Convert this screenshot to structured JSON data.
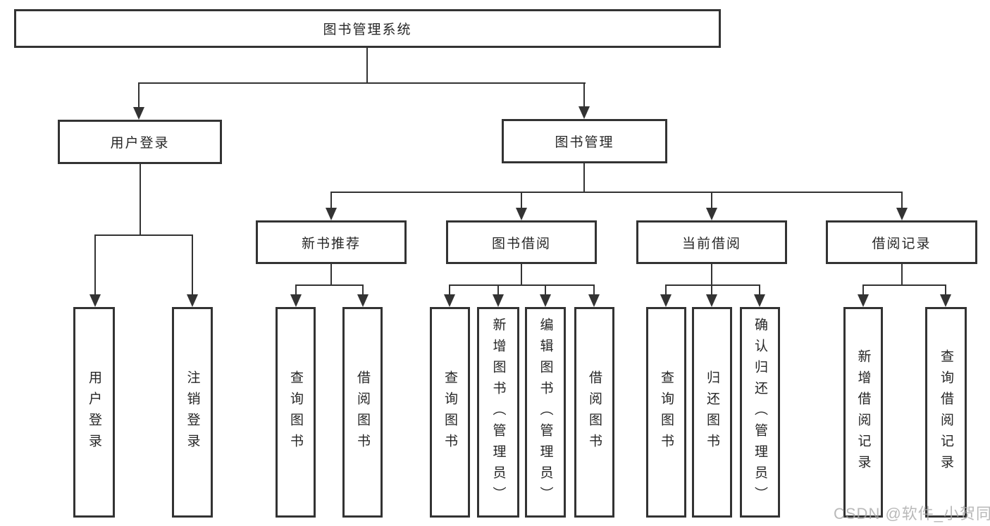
{
  "diagram": {
    "type": "hierarchy-tree",
    "root": {
      "label": "图书管理系统"
    },
    "branches": [
      {
        "label": "用户登录",
        "children": [
          {
            "label": "用户登录"
          },
          {
            "label": "注销登录"
          }
        ]
      },
      {
        "label": "图书管理",
        "children": [
          {
            "label": "新书推荐",
            "children": [
              {
                "label": "查询图书"
              },
              {
                "label": "借阅图书"
              }
            ]
          },
          {
            "label": "图书借阅",
            "children": [
              {
                "label": "查询图书"
              },
              {
                "label": "新增图书（管理员）"
              },
              {
                "label": "编辑图书（管理员）"
              },
              {
                "label": "借阅图书"
              }
            ]
          },
          {
            "label": "当前借阅",
            "children": [
              {
                "label": "查询图书"
              },
              {
                "label": "归还图书"
              },
              {
                "label": "确认归还（管理员）"
              }
            ]
          },
          {
            "label": "借阅记录",
            "children": [
              {
                "label": "新增借阅记录"
              },
              {
                "label": "查询借阅记录"
              }
            ]
          }
        ]
      }
    ]
  },
  "watermark": {
    "text": "CSDN @软件_小贺同学"
  },
  "colors": {
    "line": "#333333",
    "box_border": "#333333",
    "text": "#262626",
    "watermark": "#a8a8a8",
    "background": "#ffffff"
  }
}
